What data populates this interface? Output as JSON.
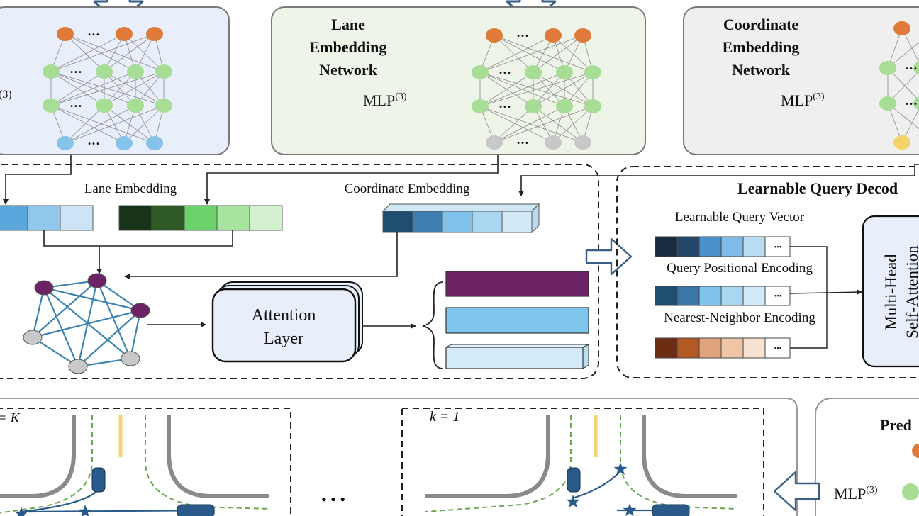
{
  "colors": {
    "lane_panel_bg": "#eef4e7",
    "coord_panel_bg": "#efefef",
    "left_panel_bg": "#e8eefa",
    "attention_bg": "#e8eefa",
    "orange_node": "#e07a3a",
    "green_node": "#a8dd96",
    "blue_node": "#86c3ea",
    "gray_node": "#c8c8c8",
    "yellow_node": "#f5d16a",
    "purple": "#6b2366",
    "sky": "#7fc6ec",
    "pale_sky": "#d3ebf9",
    "lane_yellow": "#f3d27a",
    "path_green": "#6aa84f",
    "traj_blue": "#2a5a8a"
  },
  "top_panels": {
    "left_partial_label": "(3)",
    "lane": {
      "title_line1": "Lane",
      "title_line2": "Embedding",
      "title_line3": "Network",
      "mlp_base": "MLP",
      "mlp_sup": "(3)"
    },
    "coordinate": {
      "title_line1": "Coordinate",
      "title_line2": "Embedding",
      "title_line3": "Network",
      "mlp_base": "MLP",
      "mlp_sup": "(3)"
    },
    "dots": "•••"
  },
  "encoder": {
    "lane_embedding_label": "Lane Embedding",
    "coordinate_embedding_label": "Coordinate Embedding",
    "attention_line1": "Attention",
    "attention_line2": "Layer"
  },
  "decoder": {
    "title": "Learnable Query Decod",
    "learnable_query_vector": "Learnable Query Vector",
    "query_positional_encoding": "Query Positional Encoding",
    "nearest_neighbor_encoding": "Nearest-Neighbor Encoding",
    "mhsa_line1": "Multi-Head",
    "mhsa_line2": "Self-Attention",
    "cell_dots": "•••"
  },
  "bottom": {
    "k_left": "= K",
    "k_right": "k = 1",
    "ellipsis": "• • •",
    "pred_title": "Pred",
    "mlp_base": "MLP",
    "mlp_sup": "(3)"
  }
}
